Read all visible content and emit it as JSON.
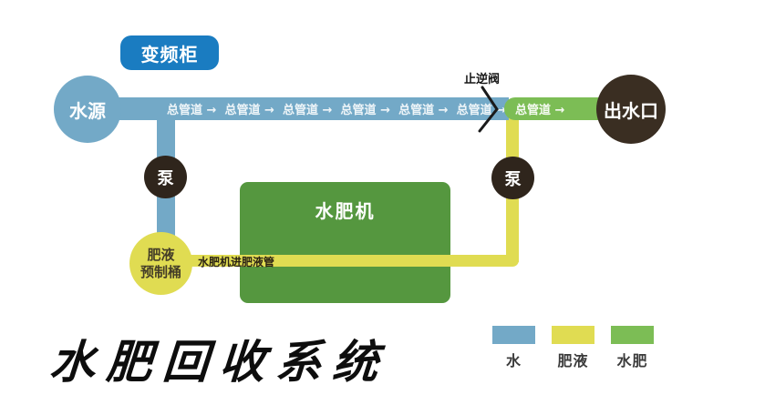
{
  "title": {
    "text": "水肥回收系统"
  },
  "diagram": {
    "cabinet_label": "变频柜",
    "water_source_label": "水源",
    "outlet_label": "出水口",
    "pump_left_label": "泵",
    "pump_right_label": "泵",
    "barrel_label_line1": "肥液",
    "barrel_label_line2": "预制桶",
    "machine_label": "水肥机",
    "check_valve_label": "止逆阀",
    "feed_pipe_label": "水肥机进肥液管"
  },
  "pipes": {
    "blue_segments": [
      "总管道 →",
      "总管道 →",
      "总管道 →",
      "总管道 →",
      "总管道 →",
      "总管道 →"
    ],
    "green_segment": "总管道 →"
  },
  "legend": {
    "items": [
      {
        "label": "水",
        "color": "#73a9c7"
      },
      {
        "label": "肥液",
        "color": "#e0dc52"
      },
      {
        "label": "水肥",
        "color": "#7cbd55"
      }
    ]
  },
  "colors": {
    "cabinet_blue": "#1a7cc1",
    "water_blue": "#73a9c7",
    "fertilizer_yellow": "#e0dc52",
    "mix_green": "#7cbd55",
    "machine_green": "#55973f",
    "pump_dark": "#2f251c",
    "outlet_dark": "#3a2e22"
  }
}
